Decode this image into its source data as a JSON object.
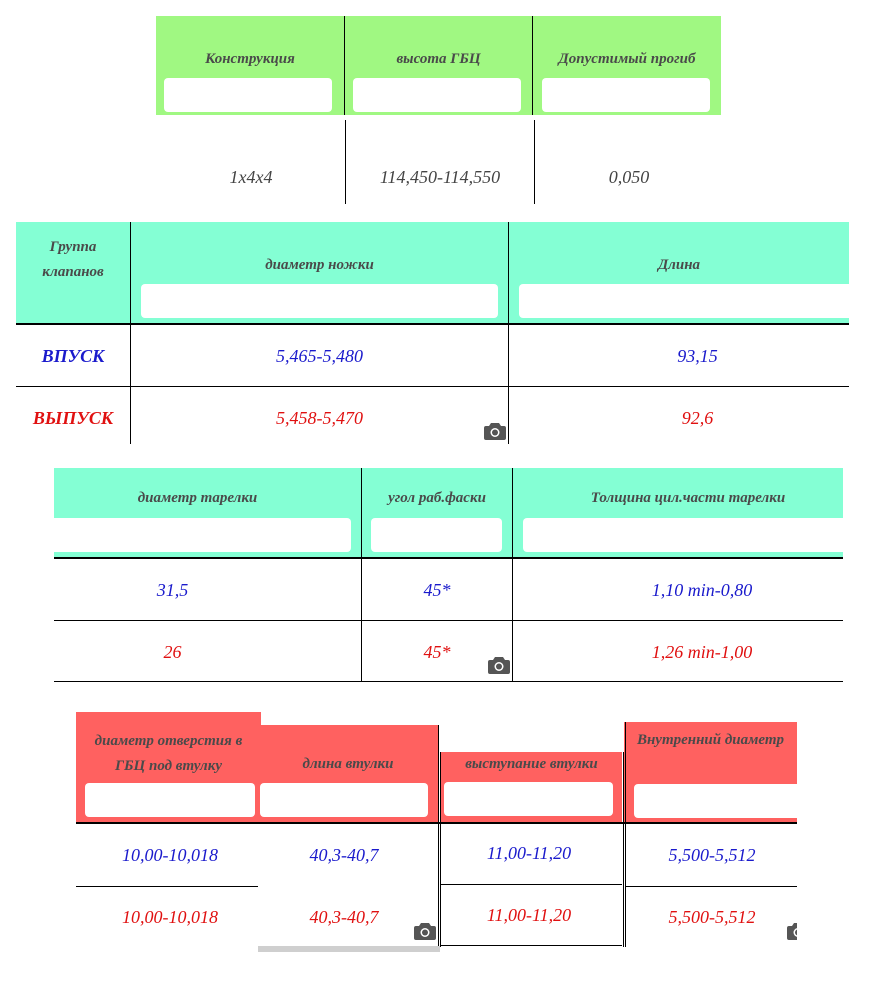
{
  "table1": {
    "headers": [
      "Конструкция",
      "высота ГБЦ",
      "Допустимый прогиб"
    ],
    "row": [
      "1x4x4",
      "114,450-114,550",
      "0,050"
    ]
  },
  "table2": {
    "headers": [
      "Группа клапанов",
      "диаметр ножки",
      "Длина"
    ],
    "rows": [
      [
        "ВПУСК",
        "5,465-5,480",
        "93,15"
      ],
      [
        "ВЫПУСК",
        "5,458-5,470",
        "92,6"
      ]
    ]
  },
  "table3": {
    "headers": [
      "диаметр тарелки",
      "угол раб.фаски",
      "Толщина цил.части тарелки"
    ],
    "rows": [
      [
        "31,5",
        "45*",
        "1,10 min-0,80"
      ],
      [
        "26",
        "45*",
        "1,26 min-1,00"
      ]
    ]
  },
  "table4": {
    "headers": [
      "диаметр отверстия в ГБЦ под втулку",
      "длина втулки",
      "выступание втулки",
      "Внутренний диаметр"
    ],
    "rows": [
      [
        "10,00-10,018",
        "40,3-40,7",
        "11,00-11,20",
        "5,500-5,512"
      ],
      [
        "10,00-10,018",
        "40,3-40,7",
        "11,00-11,20",
        "5,500-5,512"
      ]
    ]
  },
  "colors": {
    "green_header": "#a0f882",
    "mint_header": "#84ffd4",
    "salmon_header": "#ff6160",
    "intake_text": "#1a1acc",
    "exhaust_text": "#e01010"
  },
  "icons": [
    "camera-icon"
  ]
}
